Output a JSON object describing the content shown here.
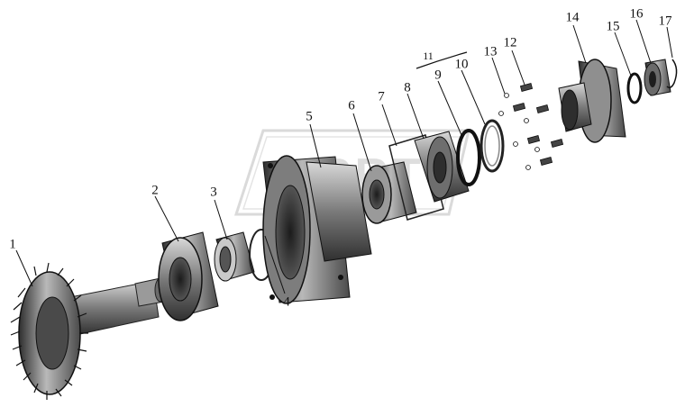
{
  "diagram": {
    "callouts": [
      "1",
      "2",
      "3",
      "4",
      "5",
      "6",
      "7",
      "8",
      "9",
      "10",
      "11",
      "12",
      "13",
      "14",
      "15",
      "16",
      "17"
    ],
    "watermark": "DPRT"
  },
  "colors": {
    "ink": "#111111",
    "metal_dark": "#3a3a3a",
    "metal_mid": "#8a8a8a",
    "metal_light": "#cfcfcf",
    "watermark": "#bdbdbd"
  }
}
